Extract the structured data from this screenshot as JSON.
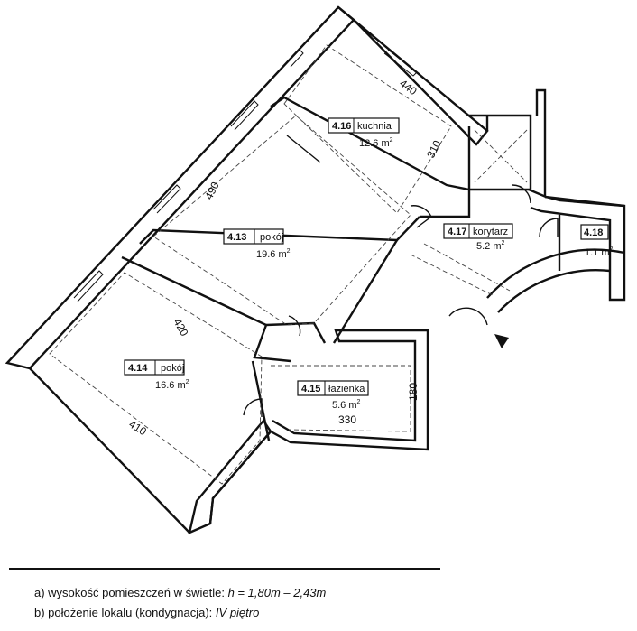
{
  "rooms": {
    "r413": {
      "number": "4.13",
      "name": "pokój",
      "area": "19.6 m",
      "unit_sup": "2"
    },
    "r414": {
      "number": "4.14",
      "name": "pokój",
      "area": "16.6 m",
      "unit_sup": "2"
    },
    "r415": {
      "number": "4.15",
      "name": "łazienka",
      "area": "5.6 m",
      "unit_sup": "2"
    },
    "r416": {
      "number": "4.16",
      "name": "kuchnia",
      "area": "12.6 m",
      "unit_sup": "2"
    },
    "r417": {
      "number": "4.17",
      "name": "korytarz",
      "area": "5.2 m",
      "unit_sup": "2"
    },
    "r418": {
      "number": "4.18",
      "name": "",
      "area": "1.1 m",
      "unit_sup": "2"
    }
  },
  "dimensions": {
    "d440": "440",
    "d310": "310",
    "d490": "490",
    "d420": "420",
    "d410": "410",
    "d180": "180",
    "d330": "330"
  },
  "footer": {
    "a_label": "a)  wysokość pomieszczeń w świetle:",
    "a_value": "h = 1,80m – 2,43m",
    "b_label": "b)  położenie lokalu (kondygnacja):",
    "b_value": "IV piętro"
  }
}
